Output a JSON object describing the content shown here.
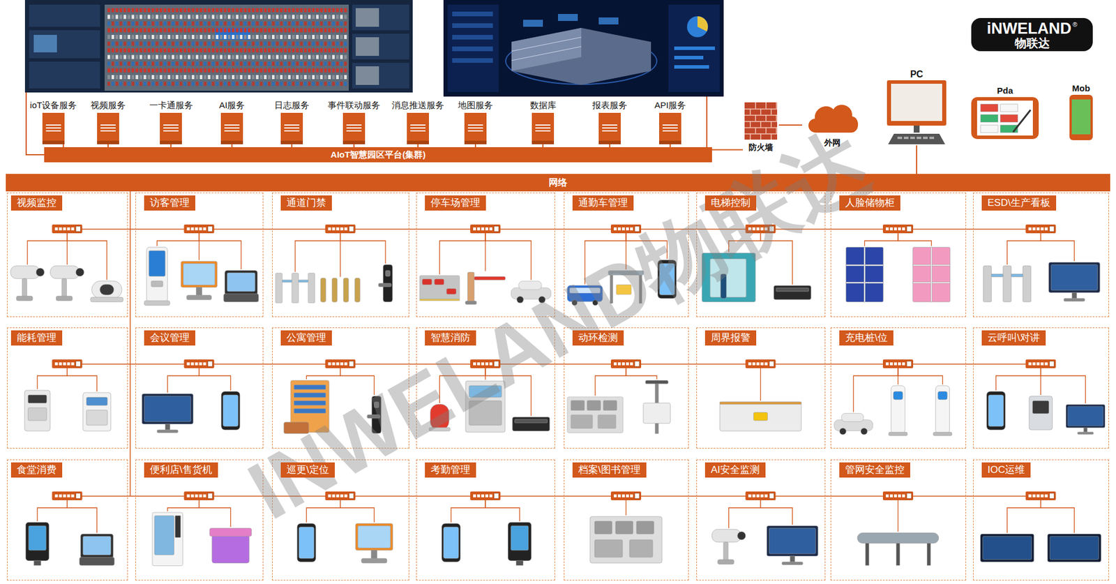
{
  "diagram": {
    "nodes": [
      {
        "text": [
          "iNWELAND",
          "®",
          "物联达"
        ]
      },
      {
        "text": [
          "PC"
        ]
      },
      {
        "text": [
          "Pda"
        ]
      },
      {
        "text": [
          "Mob"
        ]
      },
      {
        "text": [
          "ioT设备服务"
        ]
      },
      {
        "text": [
          "视频服务"
        ]
      },
      {
        "text": [
          "一卡通服务"
        ]
      },
      {
        "text": [
          "AI服务"
        ]
      },
      {
        "text": [
          "日志服务"
        ]
      },
      {
        "text": [
          "事件联动服务"
        ]
      },
      {
        "text": [
          "消息推送服务"
        ]
      },
      {
        "text": [
          "地图服务"
        ]
      },
      {
        "text": [
          "数据库"
        ]
      },
      {
        "text": [
          "报表服务"
        ]
      },
      {
        "text": [
          "API服务"
        ]
      },
      {
        "text": [
          "防火墙"
        ]
      },
      {
        "text": [
          "外网"
        ]
      },
      {
        "text": [
          "AIoT智慧园区平台(集群)"
        ]
      },
      {
        "text": [
          "网络"
        ]
      },
      {
        "text": [
          "视频监控"
        ]
      },
      {
        "text": [
          "访客管理"
        ]
      },
      {
        "text": [
          "通道门禁"
        ]
      },
      {
        "text": [
          "停车场管理"
        ]
      },
      {
        "text": [
          "通勤车管理"
        ]
      },
      {
        "text": [
          "电梯控制"
        ]
      },
      {
        "text": [
          "人脸储物柜"
        ]
      },
      {
        "text": [
          "ESD\\生产看板"
        ]
      },
      {
        "text": [
          "能耗管理"
        ]
      },
      {
        "text": [
          "会议管理"
        ]
      },
      {
        "text": [
          "公寓管理"
        ]
      },
      {
        "text": [
          "智慧消防"
        ]
      },
      {
        "text": [
          "动环检测"
        ]
      },
      {
        "text": [
          "周界报警"
        ]
      },
      {
        "text": [
          "充电桩\\位"
        ]
      },
      {
        "text": [
          "云呼叫\\对讲"
        ]
      },
      {
        "text": [
          "食堂消费"
        ]
      },
      {
        "text": [
          "便利店\\售货机"
        ]
      },
      {
        "text": [
          "巡更\\定位"
        ]
      },
      {
        "text": [
          "考勤管理"
        ]
      },
      {
        "text": [
          "档案\\图书管理"
        ]
      },
      {
        "text": [
          "AI安全监测"
        ]
      },
      {
        "text": [
          "管网安全监控"
        ]
      },
      {
        "text": [
          "IOC运维"
        ]
      }
    ],
    "edges": [
      {
        "from": 4,
        "to": 17,
        "arrow": "none"
      },
      {
        "from": 5,
        "to": 17,
        "arrow": "none"
      },
      {
        "from": 6,
        "to": 17,
        "arrow": "none"
      },
      {
        "from": 7,
        "to": 17,
        "arrow": "none"
      },
      {
        "from": 8,
        "to": 17,
        "arrow": "none"
      },
      {
        "from": 9,
        "to": 17,
        "arrow": "none"
      },
      {
        "from": 10,
        "to": 17,
        "arrow": "none"
      },
      {
        "from": 11,
        "to": 17,
        "arrow": "none"
      },
      {
        "from": 12,
        "to": 17,
        "arrow": "none"
      },
      {
        "from": 13,
        "to": 17,
        "arrow": "none"
      },
      {
        "from": 14,
        "to": 17,
        "arrow": "none"
      },
      {
        "from": 17,
        "to": 15,
        "arrow": "none"
      },
      {
        "from": 15,
        "to": 16,
        "arrow": "none"
      },
      {
        "from": 1,
        "to": 18,
        "arrow": "none"
      }
    ],
    "labels": [
      "INWELAND物联达"
    ]
  }
}
